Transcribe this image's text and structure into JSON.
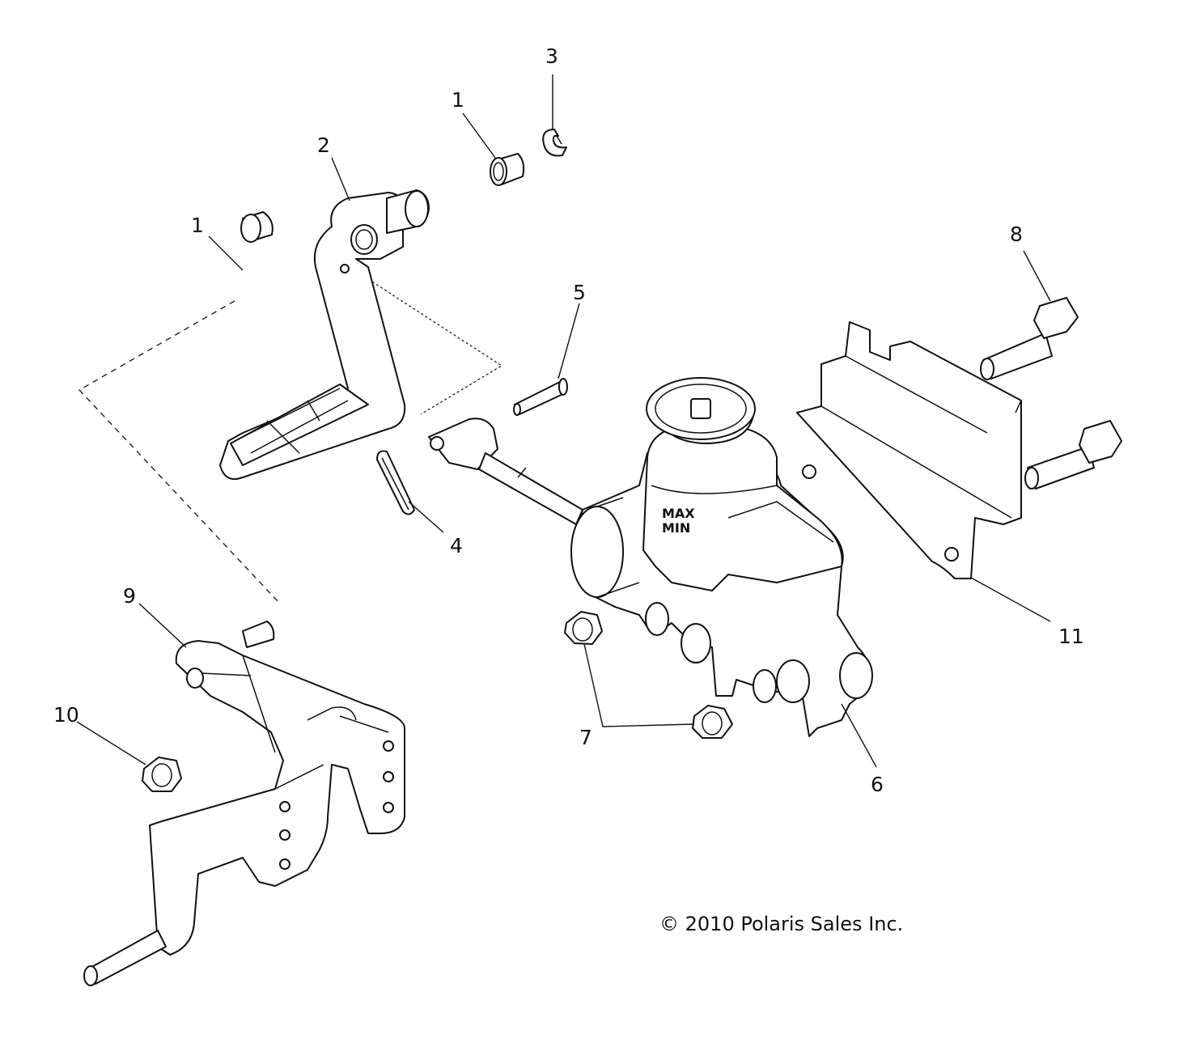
{
  "callouts": {
    "c1a": "1",
    "c1b": "1",
    "c2": "2",
    "c3": "3",
    "c4": "4",
    "c5": "5",
    "c6": "6",
    "c7": "7",
    "c8": "8",
    "c9": "9",
    "c10": "10",
    "c11": "11"
  },
  "reservoir": {
    "max_label": "MAX",
    "min_label": "MIN"
  },
  "copyright": "© 2010 Polaris Sales Inc."
}
